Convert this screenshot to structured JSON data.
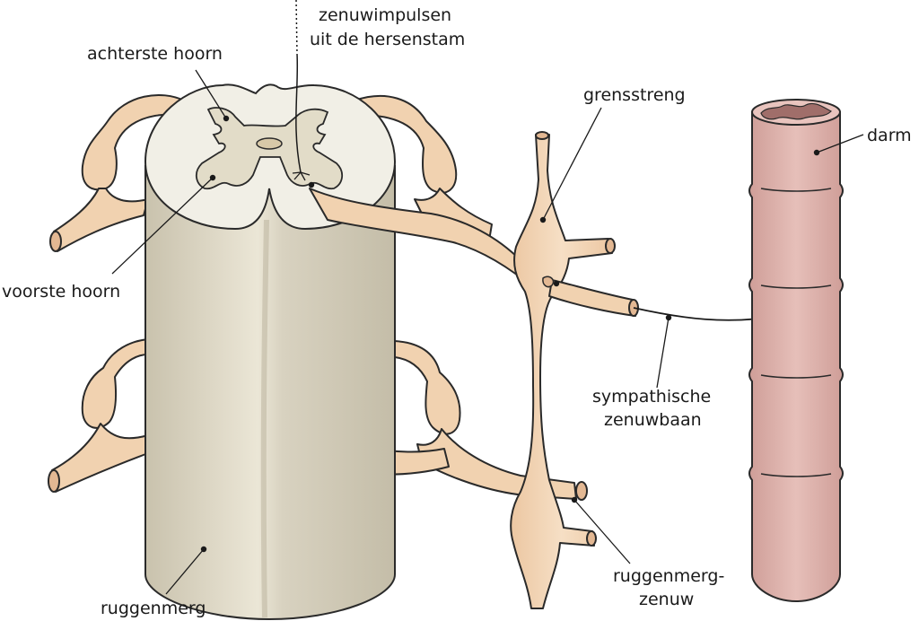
{
  "labels": {
    "impulses_line1": "zenuwimpulsen",
    "impulses_line2": "uit de hersenstam",
    "dorsal_horn": "achterste hoorn",
    "ventral_horn": "voorste hoorn",
    "sympathetic_trunk": "grensstreng",
    "intestine": "darm",
    "sympathetic_pathway_line1": "sympathische",
    "sympathetic_pathway_line2": "zenuwbaan",
    "spinal_cord": "ruggenmerg",
    "spinal_nerve_line1": "ruggenmerg-",
    "spinal_nerve_line2": "zenuw"
  },
  "colors": {
    "cord_body": "#d8d2c0",
    "cord_top": "#f1efe6",
    "grey_matter": "#e2dcc8",
    "nerve": "#f1d2b0",
    "intestine": "#d9aca6",
    "intestine_lumen": "#a06e6a",
    "outline": "#2a2a2a"
  }
}
